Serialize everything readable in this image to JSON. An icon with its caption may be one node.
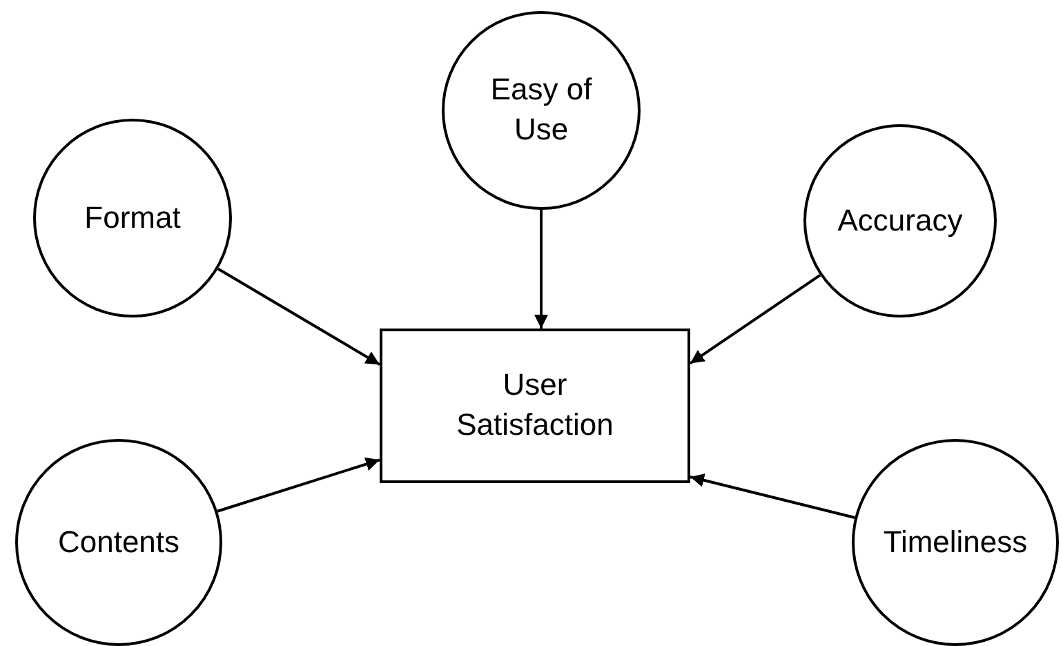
{
  "diagram": {
    "nodes": [
      {
        "text": [
          "Easy of Use"
        ]
      },
      {
        "text": [
          "Format"
        ]
      },
      {
        "text": [
          "Accuracy"
        ]
      },
      {
        "text": [
          "User Satisfaction"
        ]
      },
      {
        "text": [
          "Contents"
        ]
      },
      {
        "text": [
          "Timeliness"
        ]
      }
    ],
    "edges": [
      {
        "from": 0,
        "to": 3,
        "arrow": "to"
      },
      {
        "from": 1,
        "to": 3,
        "arrow": "to"
      },
      {
        "from": 2,
        "to": 3,
        "arrow": "to"
      },
      {
        "from": 4,
        "to": 3,
        "arrow": "to"
      },
      {
        "from": 5,
        "to": 3,
        "arrow": "to"
      }
    ]
  }
}
